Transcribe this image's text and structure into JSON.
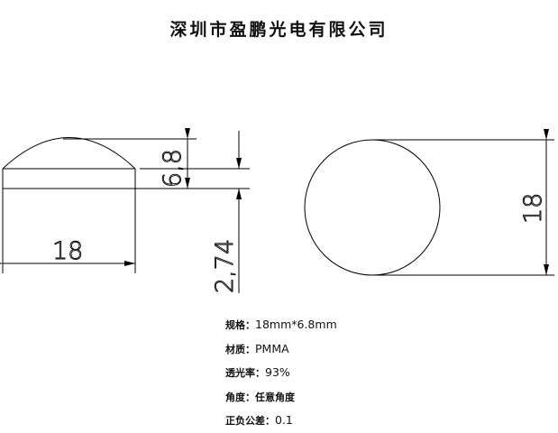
{
  "title": "深圳市盈鹏光电有限公司",
  "dimensions": {
    "diameter_side": "18",
    "height": "6,8",
    "base": "2,74",
    "diameter_top": "18"
  },
  "specs": [
    {
      "label": "规格：",
      "value": "18mm*6.8mm"
    },
    {
      "label": "材质：",
      "value": "PMMA"
    },
    {
      "label": "透光率：",
      "value": "93%"
    },
    {
      "label": "角度：",
      "value": "任意角度"
    },
    {
      "label": "正负公差：",
      "value": "0.1"
    }
  ]
}
